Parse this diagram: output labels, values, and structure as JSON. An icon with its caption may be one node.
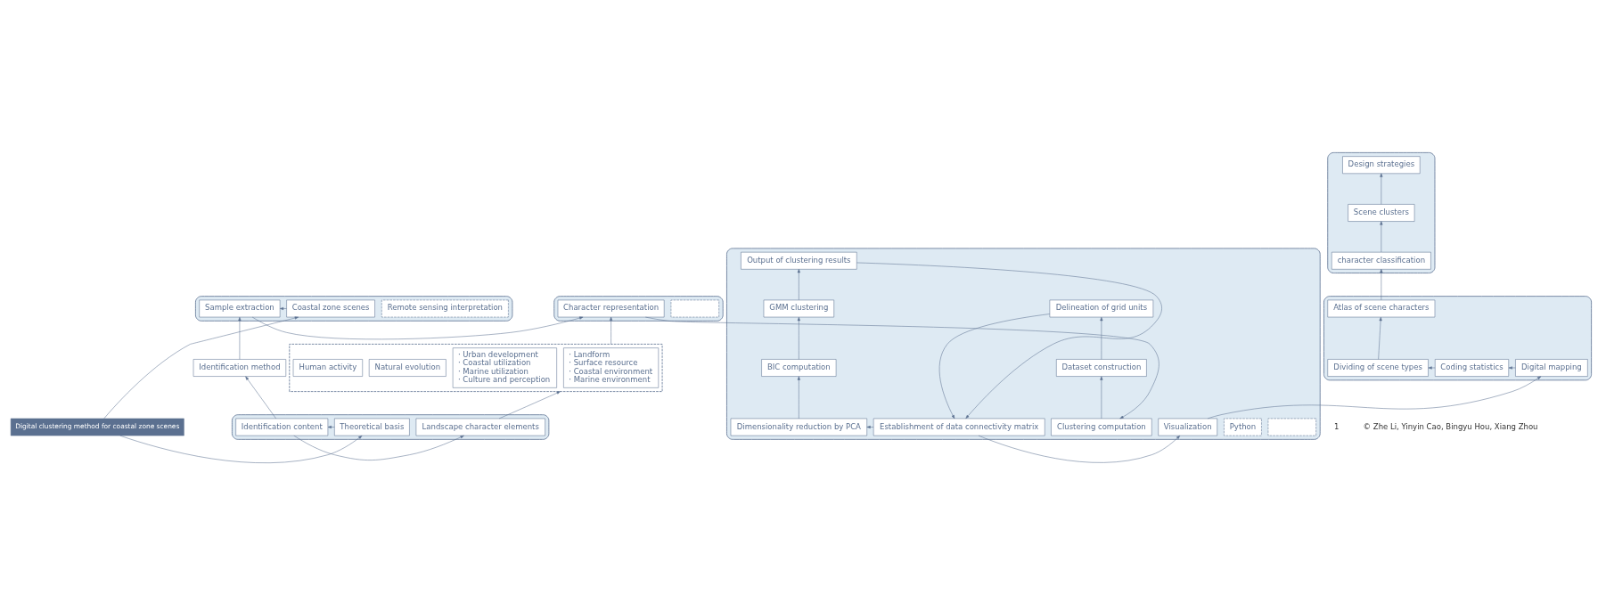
{
  "diagram": {
    "nodes": [
      {
        "text": [
          "Digital clustering method for coastal zone scenes"
        ]
      },
      {
        "text": [],
        "shape": "box"
      },
      {
        "text": [
          "Remote sensing interpretation"
        ],
        "in": 1
      },
      {
        "text": [
          "Coastal zone scenes"
        ],
        "in": 1
      },
      {
        "text": [
          "Sample extraction"
        ],
        "in": 1
      },
      {
        "text": [],
        "shape": "box"
      },
      {
        "text": [],
        "shape": "box",
        "in": 5
      },
      {
        "text": [
          "Character representation"
        ],
        "in": 5
      },
      {
        "text": [],
        "shape": "box"
      },
      {
        "text": [
          "· Landform",
          "· Surface resource",
          "· Coastal environment",
          "· Marine environment"
        ],
        "in": 8
      },
      {
        "text": [
          "· Urban development",
          "· Coastal utilization",
          "· Marine utilization",
          "· Culture and perception"
        ],
        "in": 8
      },
      {
        "text": [
          "Natural evolution"
        ],
        "in": 8
      },
      {
        "text": [
          "Human activity"
        ],
        "in": 8
      },
      {
        "text": [
          "Identification method"
        ]
      },
      {
        "text": [],
        "shape": "box"
      },
      {
        "text": [],
        "shape": "box",
        "in": 14
      },
      {
        "text": [
          "Python"
        ],
        "in": 14
      },
      {
        "text": [
          "Clustering computation"
        ],
        "in": 14
      },
      {
        "text": [
          "Dataset construction"
        ],
        "in": 14
      },
      {
        "text": [
          "Delineation of grid units"
        ],
        "in": 14
      },
      {
        "text": [
          "Visualization"
        ],
        "in": 14
      },
      {
        "text": [
          "Establishment of data connectivity matrix"
        ],
        "in": 14
      },
      {
        "text": [
          "Dimensionality reduction by PCA"
        ],
        "in": 14
      },
      {
        "text": [
          "BIC computation"
        ],
        "in": 14
      },
      {
        "text": [
          "GMM clustering"
        ],
        "in": 14
      },
      {
        "text": [
          "Output of clustering results"
        ],
        "in": 14
      },
      {
        "text": [],
        "shape": "box"
      },
      {
        "text": [
          "Design strategies"
        ],
        "in": 26
      },
      {
        "text": [
          "Scene clusters"
        ],
        "in": 26
      },
      {
        "text": [
          "character classification"
        ],
        "in": 26
      },
      {
        "text": [],
        "shape": "box"
      },
      {
        "text": [
          "Theoretical basis"
        ],
        "in": 30
      },
      {
        "text": [
          "Identification content"
        ],
        "in": 30
      },
      {
        "text": [
          "Landscape character elements"
        ],
        "in": 30
      },
      {
        "text": [],
        "shape": "box"
      },
      {
        "text": [
          "Digital mapping"
        ],
        "in": 34
      },
      {
        "text": [
          "Coding statistics"
        ],
        "in": 34
      },
      {
        "text": [
          "Dividing of scene types"
        ],
        "in": 34
      },
      {
        "text": [
          "Atlas of scene characters"
        ],
        "in": 34
      }
    ],
    "edges": [
      {
        "from": 0,
        "to": 3,
        "arrow": "to"
      },
      {
        "from": 0,
        "to": 31,
        "arrow": "to"
      },
      {
        "from": 3,
        "to": 4,
        "arrow": "to"
      },
      {
        "from": 4,
        "to": 7,
        "arrow": "to"
      },
      {
        "from": 7,
        "to": 17,
        "arrow": "to"
      },
      {
        "from": 31,
        "to": 32,
        "arrow": "to"
      },
      {
        "from": 32,
        "to": 13,
        "arrow": "to"
      },
      {
        "from": 13,
        "to": 4,
        "arrow": "to"
      },
      {
        "from": 32,
        "to": 33,
        "arrow": "to"
      },
      {
        "from": 33,
        "to": 8,
        "arrow": "to"
      },
      {
        "from": 8,
        "to": 7,
        "arrow": "to"
      },
      {
        "from": 17,
        "to": 18,
        "arrow": "to"
      },
      {
        "from": 18,
        "to": 19,
        "arrow": "to"
      },
      {
        "from": 19,
        "to": 21,
        "arrow": "to"
      },
      {
        "from": 21,
        "to": 22,
        "arrow": "to"
      },
      {
        "from": 22,
        "to": 23,
        "arrow": "to"
      },
      {
        "from": 23,
        "to": 24,
        "arrow": "to"
      },
      {
        "from": 24,
        "to": 25,
        "arrow": "to"
      },
      {
        "from": 25,
        "to": 21,
        "arrow": "to"
      },
      {
        "from": 21,
        "to": 20,
        "arrow": "to"
      },
      {
        "from": 20,
        "to": 35,
        "arrow": "to"
      },
      {
        "from": 35,
        "to": 36,
        "arrow": "to"
      },
      {
        "from": 36,
        "to": 37,
        "arrow": "to"
      },
      {
        "from": 37,
        "to": 38,
        "arrow": "to"
      },
      {
        "from": 38,
        "to": 29,
        "arrow": "to"
      },
      {
        "from": 29,
        "to": 28,
        "arrow": "to"
      },
      {
        "from": 28,
        "to": 27,
        "arrow": "to"
      }
    ],
    "labels": [
      "1",
      "© Zhe Li, Yinyin Cao, Bingyu Hou, Xiang Zhou"
    ]
  }
}
